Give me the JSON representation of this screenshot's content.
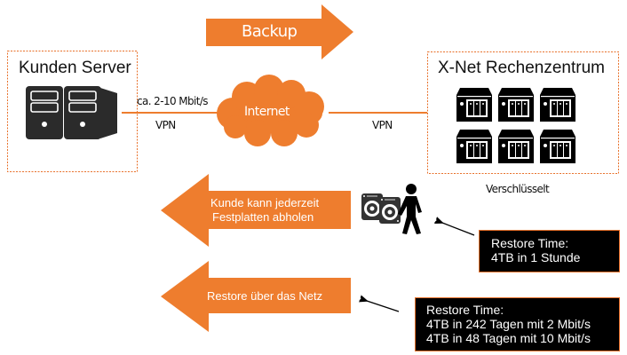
{
  "colors": {
    "accent": "#ee7d2e",
    "dark": "#2b2b2b",
    "black": "#000000",
    "box_border": "#e8712b"
  },
  "backup_arrow": {
    "label": "Backup",
    "direction": "right"
  },
  "customer_server": {
    "title": "Kunden Server",
    "icon": "server-tower-icon"
  },
  "link_left": {
    "speed": "ca. 2-10 Mbit/s",
    "protocol": "VPN"
  },
  "internet": {
    "label": "Internet",
    "icon": "cloud-icon"
  },
  "link_right": {
    "protocol": "VPN"
  },
  "datacenter": {
    "title": "X-Net Rechenzentrum",
    "icon": "storage-rack-icon",
    "caption": "Verschlüsselt"
  },
  "pickup_arrow": {
    "line1": "Kunde kann jederzeit",
    "line2": "Festplatten abholen",
    "direction": "left"
  },
  "pickup_icons": [
    "hard-disk-icon",
    "hard-disk-icon",
    "person-walking-icon"
  ],
  "restore_arrow": {
    "label": "Restore über das Netz",
    "direction": "left"
  },
  "restore_box_pickup": {
    "title": "Restore Time:",
    "lines": [
      "4TB in 1 Stunde"
    ]
  },
  "restore_box_network": {
    "title": "Restore Time:",
    "lines": [
      "4TB in 242 Tagen mit 2 Mbit/s",
      "4TB in 48 Tagen mit 10 Mbit/s"
    ]
  }
}
